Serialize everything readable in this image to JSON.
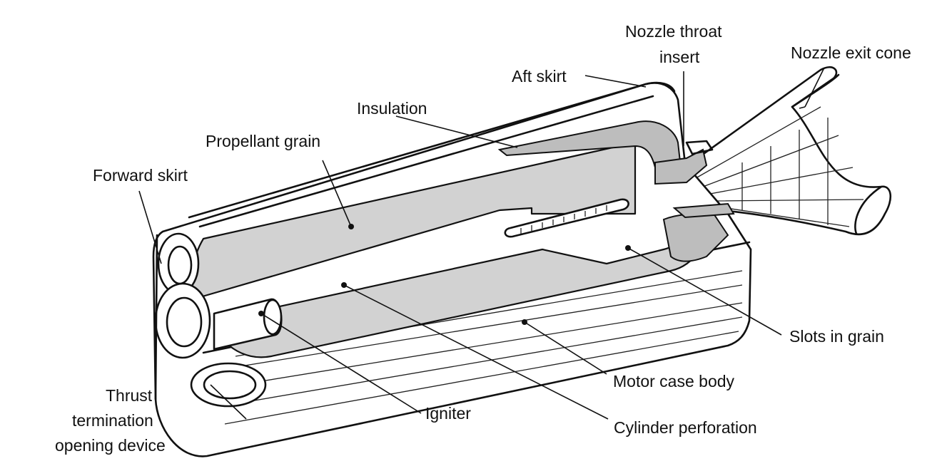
{
  "labels": {
    "nozzle_throat_insert_1": "Nozzle throat",
    "nozzle_throat_insert_2": "insert",
    "nozzle_exit_cone": "Nozzle exit cone",
    "aft_skirt": "Aft skirt",
    "insulation": "Insulation",
    "propellant_grain": "Propellant grain",
    "forward_skirt": "Forward skirt",
    "slots_in_grain": "Slots in grain",
    "motor_case_body": "Motor case body",
    "thrust_1": "Thrust",
    "thrust_2": "termination",
    "thrust_3": "opening device",
    "igniter": "Igniter",
    "cylinder_perforation": "Cylinder perforation"
  },
  "colors": {
    "ink": "#111111",
    "propellant_fill": "#d2d2d2",
    "insulation_fill": "#bdbdbd",
    "background": "#ffffff"
  }
}
